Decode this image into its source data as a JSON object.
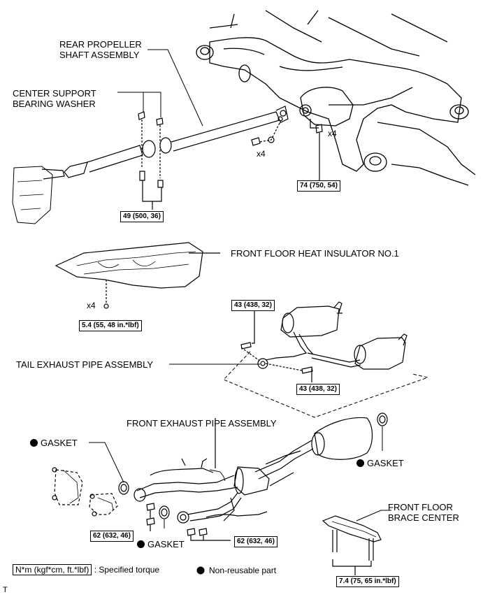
{
  "labels": {
    "rear_propeller": [
      "REAR PROPELLER",
      "SHAFT ASSEMBLY"
    ],
    "center_support": [
      "CENTER SUPPORT",
      "BEARING WASHER"
    ],
    "heat_insulator": "FRONT FLOOR HEAT INSULATOR NO.1",
    "tail_pipe": "TAIL EXHAUST PIPE ASSEMBLY",
    "front_pipe": "FRONT EXHAUST PIPE ASSEMBLY",
    "gasket": "GASKET",
    "brace": [
      "FRONT FLOOR",
      "BRACE CENTER"
    ]
  },
  "counts": {
    "x4": "x4"
  },
  "torques": {
    "t74": "74 (750, 54)",
    "t49": "49 (500, 36)",
    "t54": "5.4 (55, 48 in.*lbf)",
    "t43": "43 (438, 32)",
    "t62": "62 (632, 46)",
    "t74b": "7.4 (75, 65 in.*lbf)"
  },
  "legend": {
    "torque_box": "N*m (kgf*cm, ft.*lbf)",
    "torque_text": ": Specified torque",
    "nonreusable": "Non-reusable part"
  },
  "corner_mark": "T"
}
